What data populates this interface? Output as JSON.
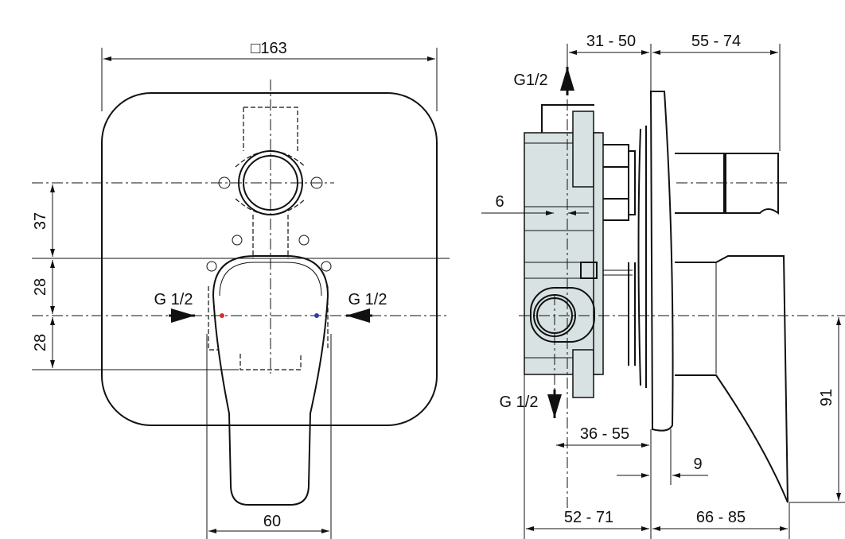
{
  "front_view": {
    "width_label": "□163",
    "dim_37": "37",
    "dim_28_upper": "28",
    "dim_28_lower": "28",
    "inlet_left": "G 1/2",
    "inlet_right": "G 1/2",
    "dim_60": "60",
    "hot_color": "#d0302a",
    "cold_color": "#2a3fa0"
  },
  "side_view": {
    "dim_31_50": "31 - 50",
    "dim_55_74": "55 - 74",
    "outlet_top": "G1/2",
    "dim_6": "6",
    "outlet_bottom": "G 1/2",
    "dim_36_55": "36 - 55",
    "dim_9": "9",
    "dim_52_71": "52 - 71",
    "dim_66_85": "66 - 85",
    "dim_91": "91",
    "box_fill": "#d8e2e2"
  }
}
